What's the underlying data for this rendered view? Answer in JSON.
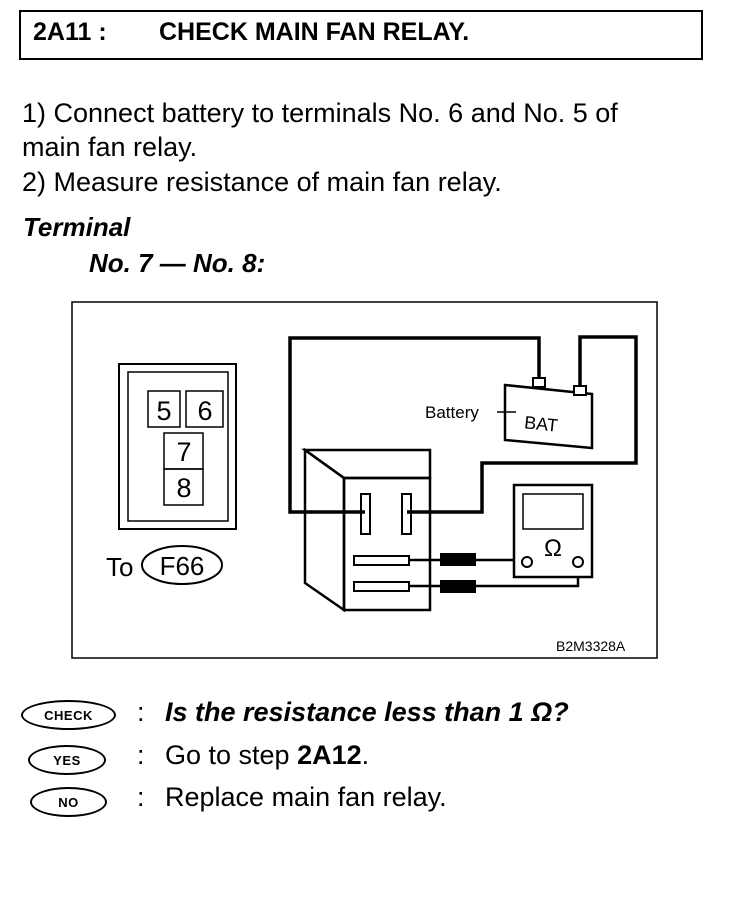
{
  "title": {
    "step": "2A11 :",
    "text": "CHECK MAIN FAN RELAY."
  },
  "steps": [
    "1)  Connect battery to terminals No. 6 and No. 5 of",
    "main fan relay.",
    "2)  Measure resistance of main fan relay."
  ],
  "terminal": {
    "label": "Terminal",
    "value": "No. 7 — No. 8:"
  },
  "diagram": {
    "connector_pins": [
      "5",
      "6",
      "7",
      "8"
    ],
    "to_label": "To",
    "connector_id": "F66",
    "battery_label": "Battery",
    "battery_text": "BAT",
    "meter_symbol": "Ω",
    "figure_code": "B2M3328A"
  },
  "check": {
    "symbol": "CHECK",
    "separator": ":",
    "question": "Is the resistance less than 1 Ω?"
  },
  "yes": {
    "symbol": "YES",
    "separator": ":",
    "prefix": "Go to step ",
    "step": "2A12",
    "suffix": "."
  },
  "no": {
    "symbol": "NO",
    "separator": ":",
    "text": "Replace main fan relay."
  }
}
